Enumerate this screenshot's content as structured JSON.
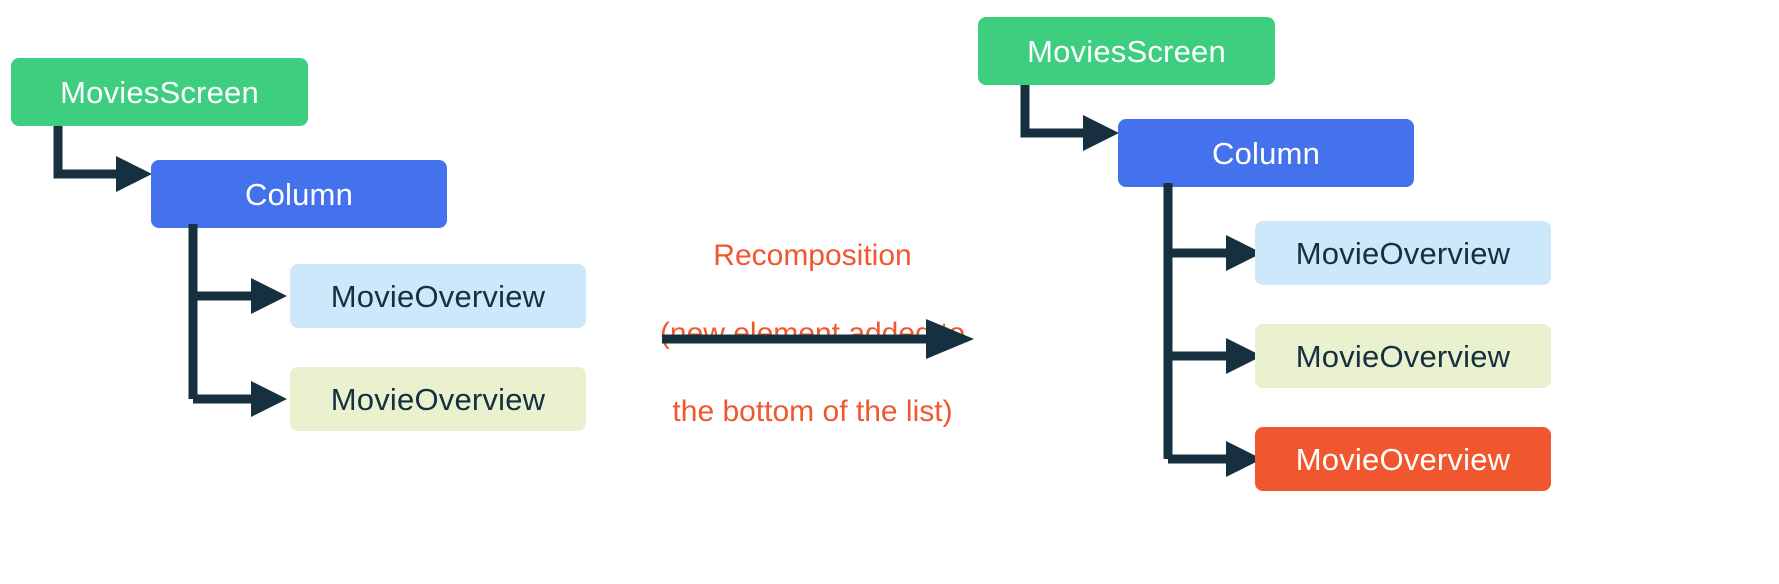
{
  "diagram": {
    "title_text": "Recomposition\n(new element added to\nthe bottom of the list)",
    "colors": {
      "green": "#3ECE80",
      "blue": "#4472EC",
      "light_blue": "#CDE8FB",
      "light_green": "#E9F1CE",
      "orange": "#F0572E",
      "line": "#16303F",
      "background": "#FFFFFF",
      "caption": "#F0572E"
    },
    "before": {
      "root": {
        "label": "MoviesScreen"
      },
      "column": {
        "label": "Column"
      },
      "children": [
        {
          "label": "MovieOverview",
          "color": "light_blue"
        },
        {
          "label": "MovieOverview",
          "color": "light_green"
        }
      ]
    },
    "transition": {
      "caption_line1": "Recomposition",
      "caption_line2": "(new element added to",
      "caption_line3": "the bottom of the list)",
      "arrow_direction": "right"
    },
    "after": {
      "root": {
        "label": "MoviesScreen"
      },
      "column": {
        "label": "Column"
      },
      "children": [
        {
          "label": "MovieOverview",
          "color": "light_blue"
        },
        {
          "label": "MovieOverview",
          "color": "light_green"
        },
        {
          "label": "MovieOverview",
          "color": "orange"
        }
      ]
    }
  }
}
